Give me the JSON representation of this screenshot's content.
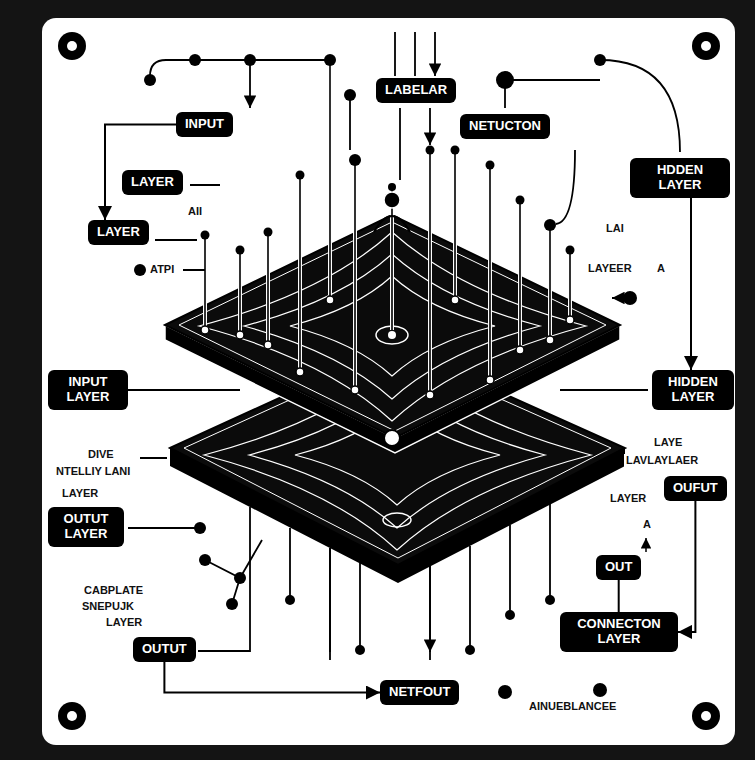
{
  "diagram": {
    "nodes": [
      {
        "text": [
          "INPUT"
        ]
      },
      {
        "text": [
          "LABELAR"
        ]
      },
      {
        "text": [
          "NETUCTON"
        ]
      },
      {
        "text": [
          "HDDEN LAYER"
        ]
      },
      {
        "text": [
          "LAYER"
        ]
      },
      {
        "text": [
          "LAYER"
        ]
      },
      {
        "text": [
          "INPUT LAYER"
        ]
      },
      {
        "text": [
          "HIDDEN LAYER"
        ]
      },
      {
        "text": [
          "OUTUT LAYER"
        ]
      },
      {
        "text": [
          "OUFUT"
        ]
      },
      {
        "text": [
          "OUT"
        ]
      },
      {
        "text": [
          "CONNECTON LAYER"
        ]
      },
      {
        "text": [
          "OUTUT"
        ]
      },
      {
        "text": [
          "NETFOUT"
        ]
      }
    ],
    "edges": [
      {
        "from": 0,
        "to": 5,
        "arrow": "to"
      },
      {
        "from": 3,
        "to": 7,
        "arrow": "to"
      },
      {
        "from": 10,
        "to": 11,
        "arrow": "none"
      },
      {
        "from": 9,
        "to": 11,
        "arrow": "to"
      },
      {
        "from": 12,
        "to": 13,
        "arrow": "to"
      }
    ],
    "labels": [
      "AII",
      "ATPI",
      "LAI",
      "LAYEER",
      "A",
      "DIVE",
      "NTELLIY LANI",
      "LAYER",
      "LAYE",
      "LAVLAYLAER",
      "LAYER",
      "A",
      "CABPLATE",
      "SNEPUJK",
      "LAYER",
      "AINUEBLANCEE"
    ]
  }
}
